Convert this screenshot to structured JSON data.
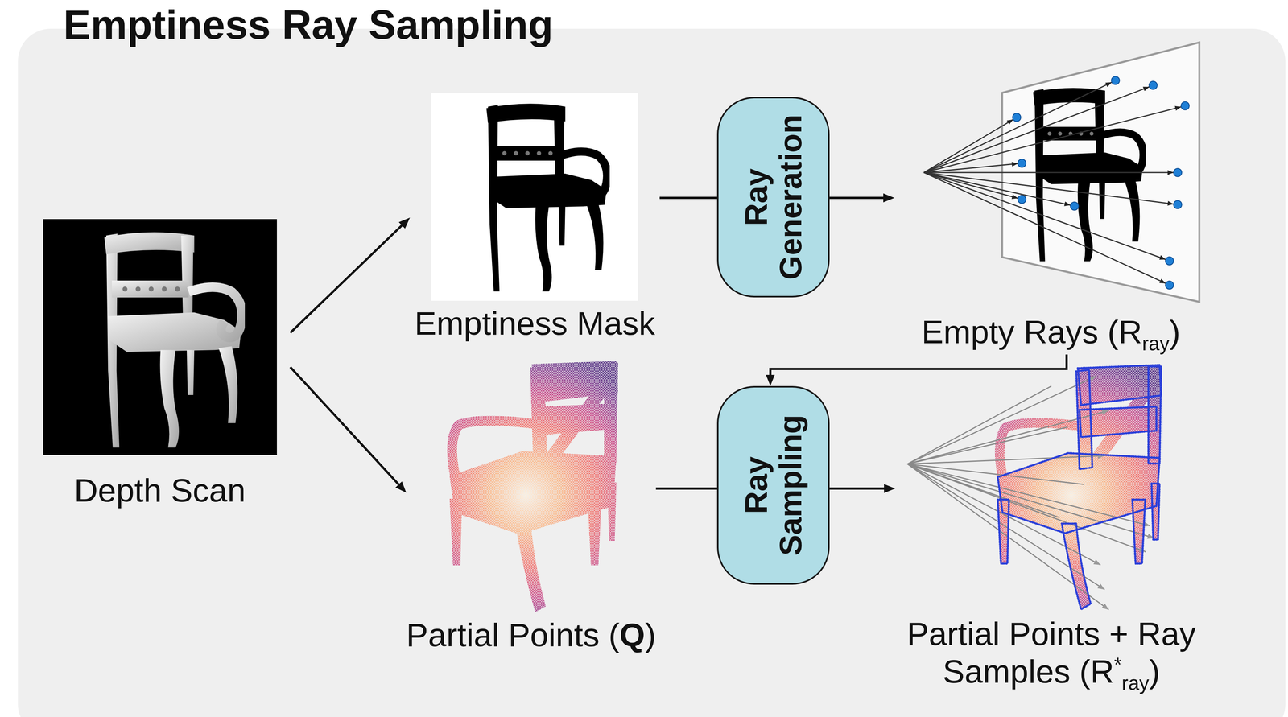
{
  "diagram": {
    "title": "Emptiness Ray Sampling",
    "nodes": [
      {
        "text": [
          "Depth Scan"
        ]
      },
      {
        "text": [
          "Emptiness Mask"
        ]
      },
      {
        "text": [
          "Ray Generation"
        ]
      },
      {
        "text": [
          "Empty Rays (Rray)"
        ]
      },
      {
        "text": [
          "Partial Points (Q)"
        ]
      },
      {
        "text": [
          "Ray Sampling"
        ]
      },
      {
        "text": [
          "Partial Points + Ray Samples (R*ray)"
        ]
      }
    ],
    "edges": [
      {
        "from": 0,
        "to": 1,
        "arrow": "to"
      },
      {
        "from": 0,
        "to": 4,
        "arrow": "to"
      },
      {
        "from": 1,
        "to": 2,
        "arrow": "none"
      },
      {
        "from": 2,
        "to": 3,
        "arrow": "to"
      },
      {
        "from": 3,
        "to": 5,
        "arrow": "to"
      },
      {
        "from": 4,
        "to": 5,
        "arrow": "none"
      },
      {
        "from": 5,
        "to": 6,
        "arrow": "to"
      }
    ]
  }
}
